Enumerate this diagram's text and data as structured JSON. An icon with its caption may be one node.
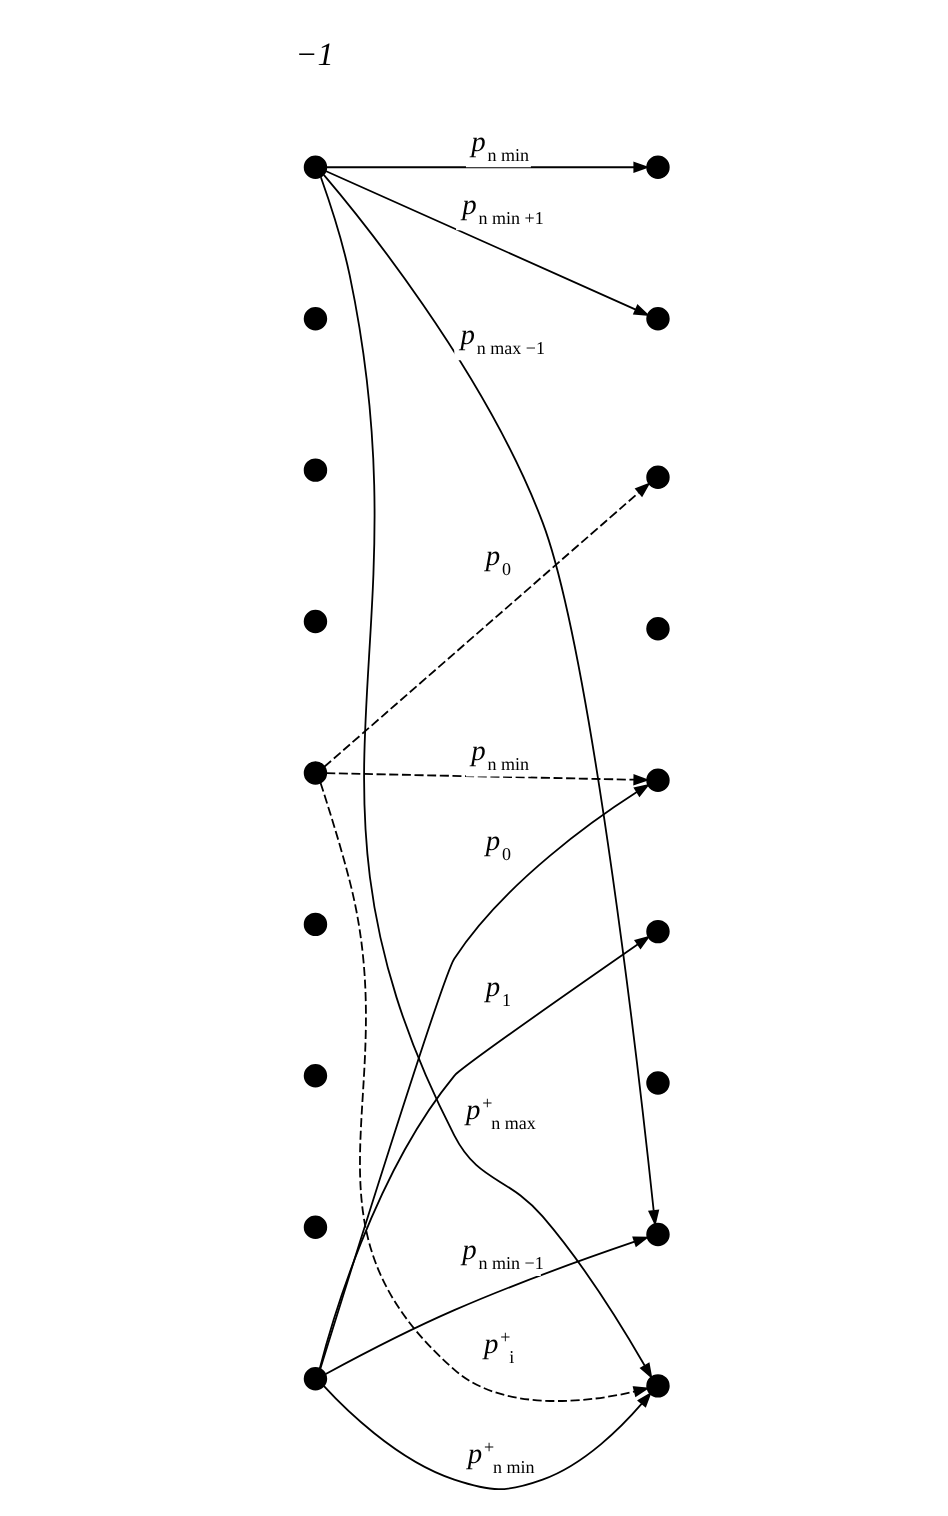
{
  "diagram": {
    "nodes": [
      {
        "text": [],
        "shape": "circle"
      },
      {
        "text": [],
        "shape": "circle"
      },
      {
        "text": [],
        "shape": "circle"
      },
      {
        "text": [],
        "shape": "circle"
      },
      {
        "text": [],
        "shape": "circle"
      },
      {
        "text": [],
        "shape": "circle"
      },
      {
        "text": [],
        "shape": "circle"
      },
      {
        "text": [],
        "shape": "circle"
      },
      {
        "text": [],
        "shape": "circle"
      },
      {
        "text": [],
        "shape": "circle"
      },
      {
        "text": [],
        "shape": "circle"
      },
      {
        "text": [],
        "shape": "circle"
      },
      {
        "text": [],
        "shape": "circle"
      },
      {
        "text": [],
        "shape": "circle"
      },
      {
        "text": [],
        "shape": "circle"
      },
      {
        "text": [],
        "shape": "circle"
      },
      {
        "text": [],
        "shape": "circle"
      },
      {
        "text": [],
        "shape": "circle"
      }
    ],
    "edges": [
      {
        "from": 0,
        "to": 9,
        "arrow": "to",
        "label": "p$_{n min}$"
      },
      {
        "from": 0,
        "to": 10,
        "arrow": "to",
        "label": "p$_{n min +1}$"
      },
      {
        "from": 0,
        "to": 16,
        "arrow": "to",
        "label": "p$_{n max −1}$"
      },
      {
        "from": 0,
        "to": 17,
        "arrow": "to",
        "label": "p$^{+}$$_{n max}$"
      },
      {
        "from": 4,
        "to": 11,
        "arrow": "to",
        "label": "p$_{0}$",
        "style": "dashed"
      },
      {
        "from": 4,
        "to": 13,
        "arrow": "to",
        "label": "p$_{n min}$",
        "style": "dashed"
      },
      {
        "from": 4,
        "to": 17,
        "arrow": "to",
        "label": "p$^{+}$$_{i}$",
        "style": "dashed"
      },
      {
        "from": 8,
        "to": 13,
        "arrow": "to",
        "label": "p$_{0}$"
      },
      {
        "from": 8,
        "to": 14,
        "arrow": "to",
        "label": "p$_{1}$"
      },
      {
        "from": 8,
        "to": 16,
        "arrow": "to",
        "label": "p$_{n min −1}$"
      },
      {
        "from": 8,
        "to": 17,
        "arrow": "to",
        "label": "p$^{+}$$_{n min}$"
      }
    ],
    "labels": [
      "−1"
    ]
  }
}
